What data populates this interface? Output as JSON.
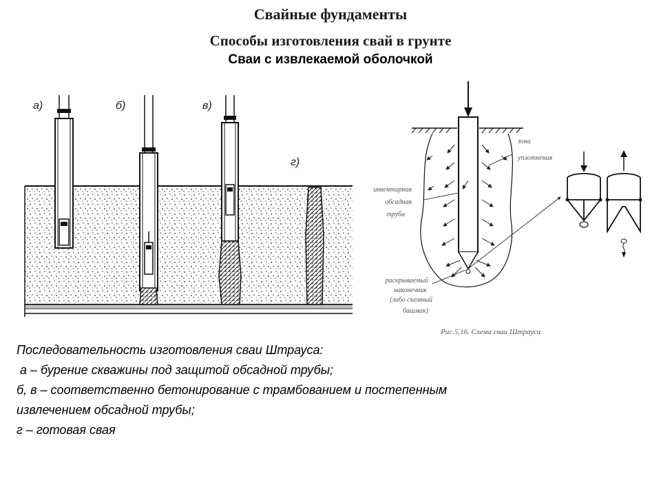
{
  "header": {
    "title": "Свайные фундаменты",
    "subtitle": "Способы изготовления свай в грунте",
    "section": "Сваи с извлекаемой оболочкой"
  },
  "left_figure": {
    "labels": [
      "а)",
      "б)",
      "в)",
      "г)"
    ]
  },
  "right_figure": {
    "label_zone": [
      "зона",
      "уплотнения"
    ],
    "label_pipe": [
      "инвентарная",
      "обсадная",
      "труба"
    ],
    "label_tip": [
      "раскрываемый",
      "наконечник",
      "(либо съемный",
      "башмак)"
    ],
    "caption": "Рис.5.16. Схема сваи Штрауса"
  },
  "description": {
    "lines": [
      "Последовательность изготовления сваи Штрауса:",
      " а – бурение скважины под защитой обсадной трубы;",
      "б, в – соответственно бетонирование с трамбованием и постепенным",
      "извлечением обсадной трубы;",
      "г – готовая свая"
    ]
  },
  "colors": {
    "ink": "#111111",
    "caption": "#555555",
    "background": "#ffffff"
  }
}
